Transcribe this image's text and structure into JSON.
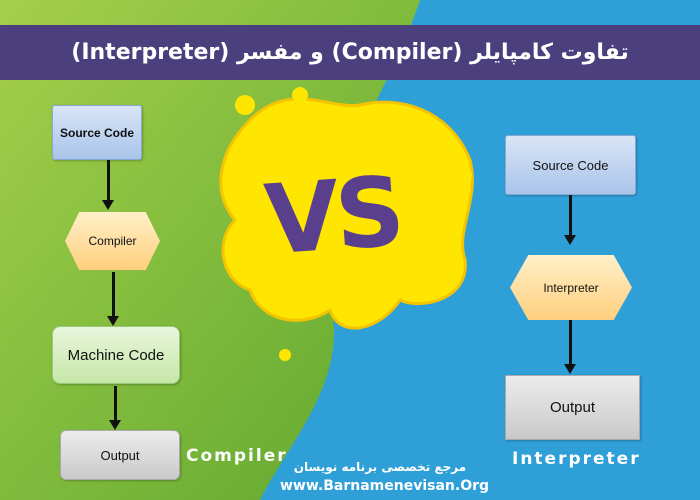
{
  "header": {
    "title": "تفاوت کامپایلر (Compiler) و مفسر (Interpreter)"
  },
  "compiler": {
    "label": "Compiler",
    "steps": [
      "Source Code",
      "Compiler",
      "Machine Code",
      "Output"
    ]
  },
  "interpreter": {
    "label": "Interpreter",
    "steps": [
      "Source Code",
      "Interpreter",
      "Output"
    ]
  },
  "vs": "VS",
  "footer": {
    "tagline": "مرجع تخصصی برنامه نویسان",
    "website": "www.Barnamenevisan.Org"
  },
  "colors": {
    "green": "#8cc63f",
    "blue": "#2f9fd8",
    "purple": "#4b407d",
    "yellow": "#ffe600"
  }
}
